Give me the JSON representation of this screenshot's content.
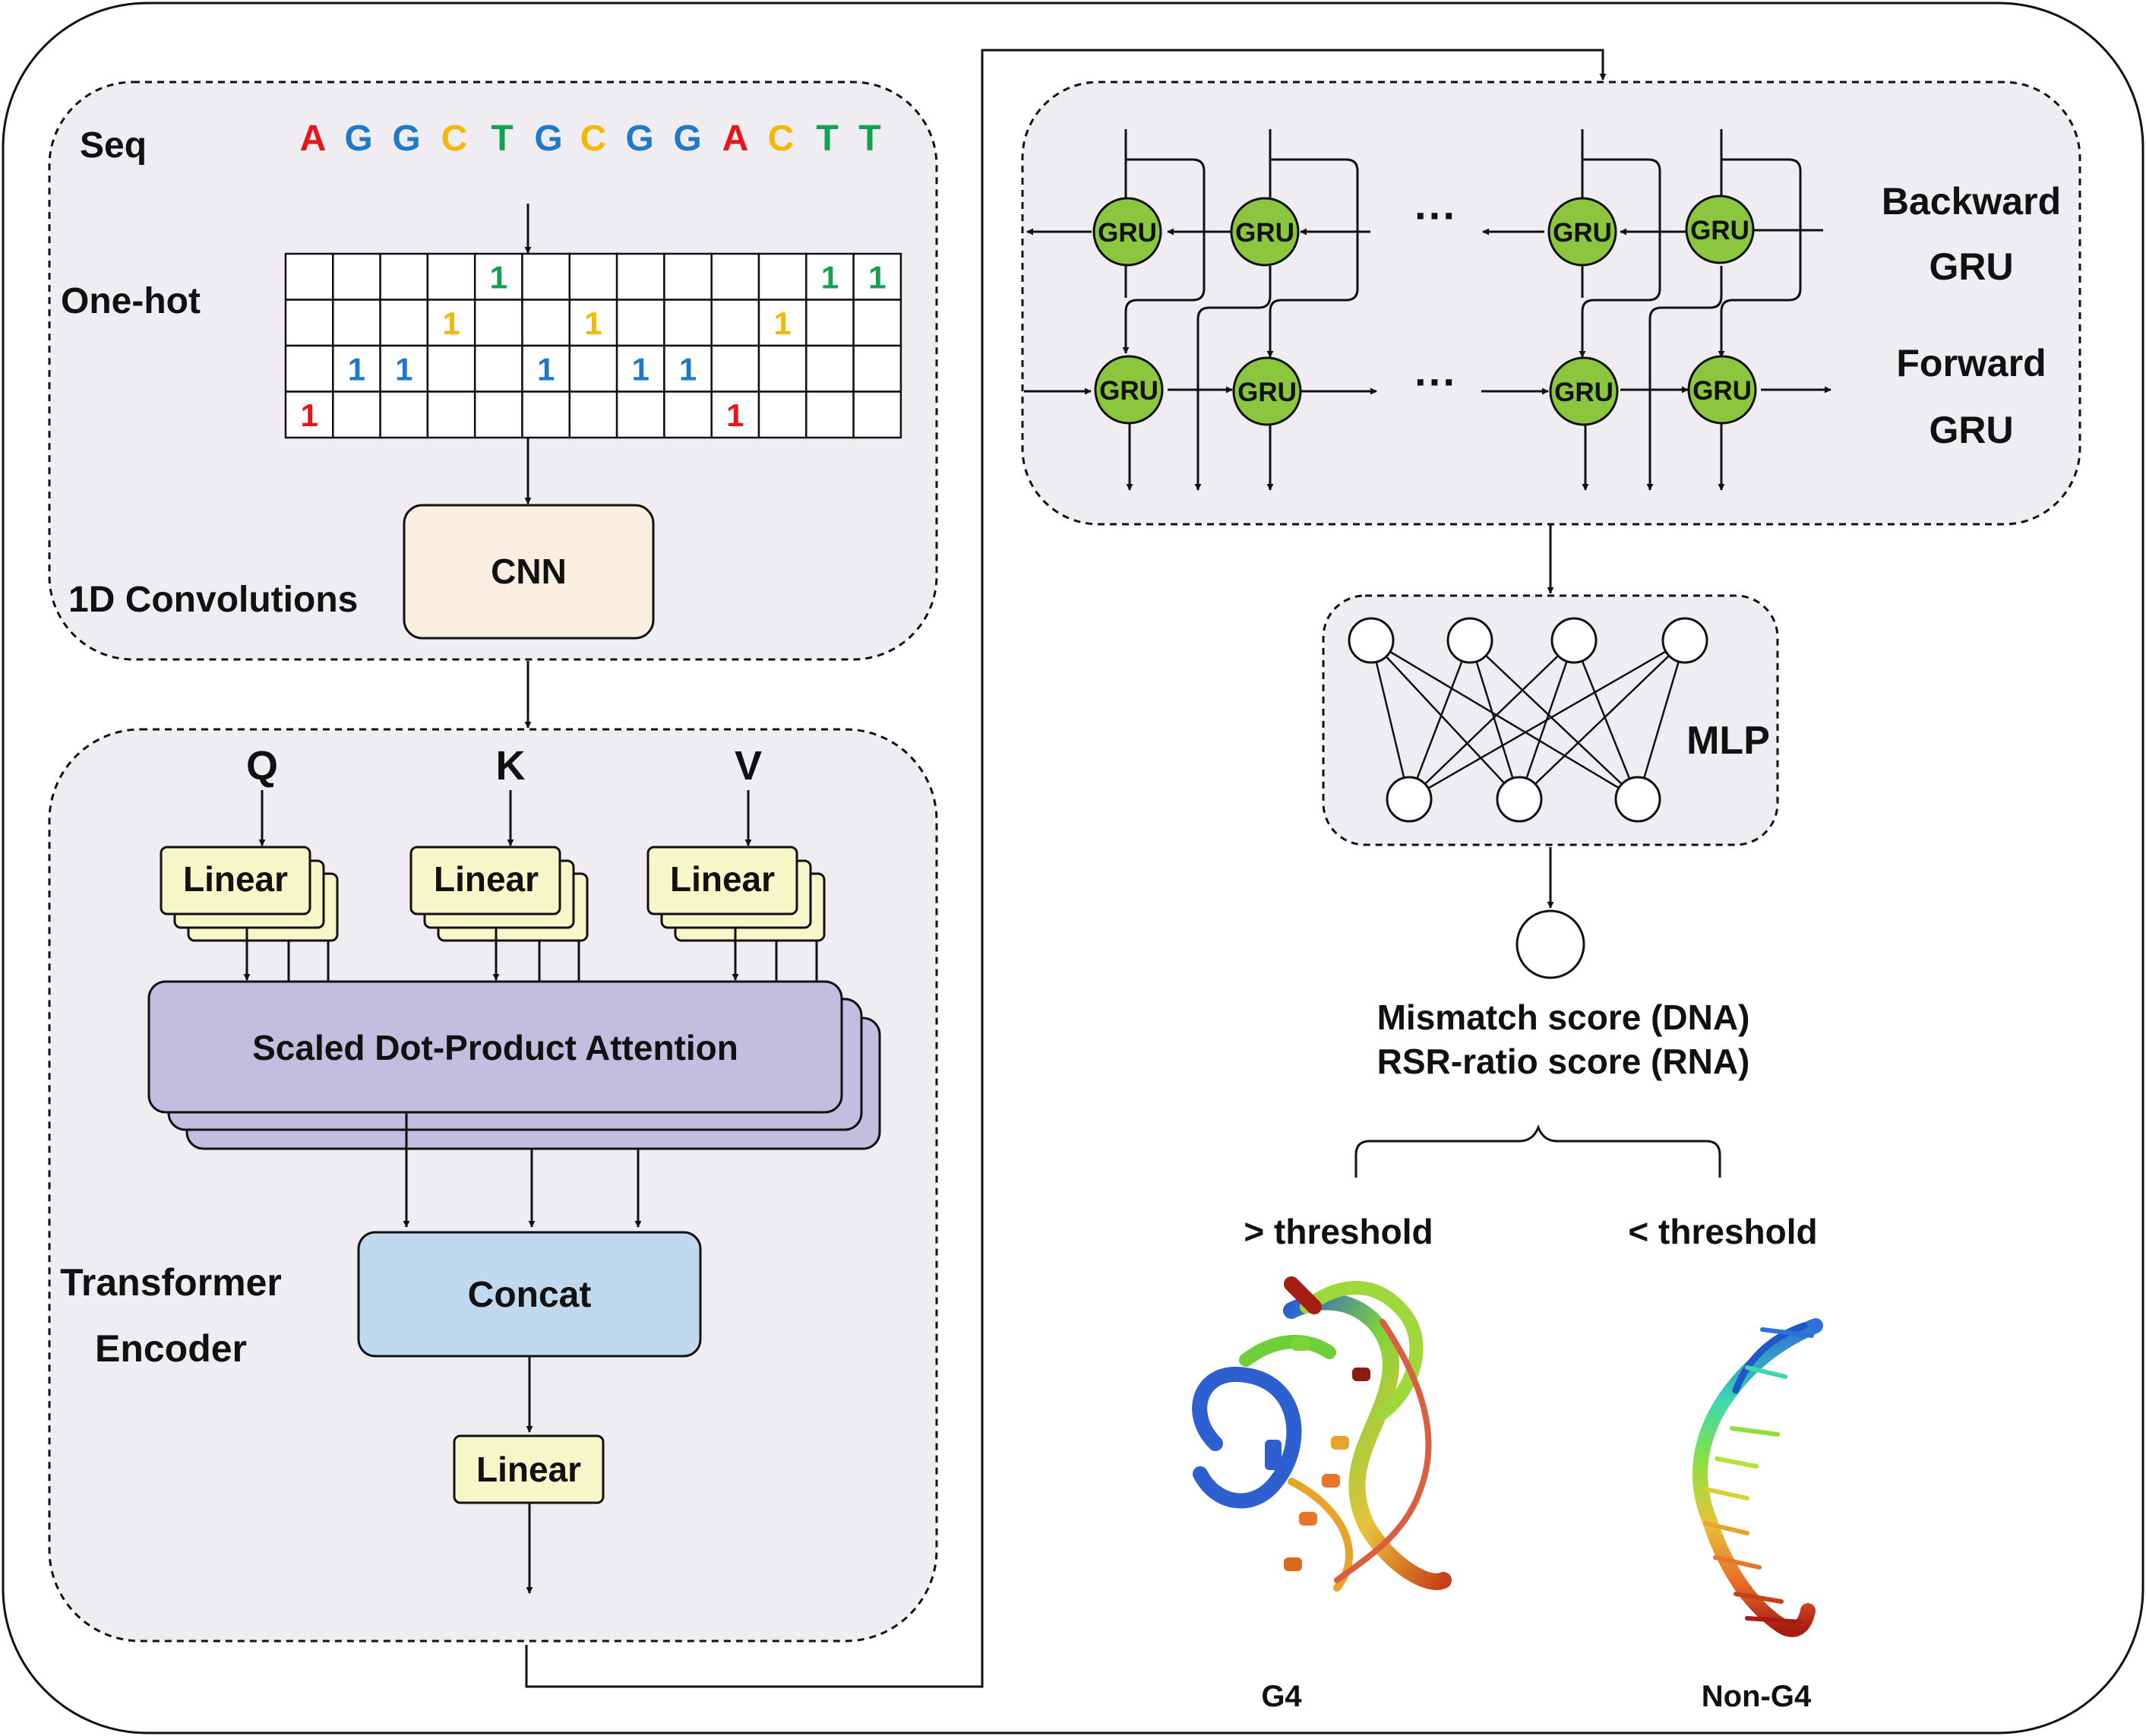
{
  "left": {
    "seq_label": "Seq",
    "sequence": [
      "A",
      "G",
      "G",
      "C",
      "T",
      "G",
      "C",
      "G",
      "G",
      "A",
      "C",
      "T",
      "T"
    ],
    "onehot_label": "One-hot",
    "onehot_value": "1",
    "conv_label": "1D Convolutions",
    "cnn_label": "CNN"
  },
  "transformer": {
    "q": "Q",
    "k": "K",
    "v": "V",
    "linear": "Linear",
    "attention": "Scaled Dot-Product Attention",
    "concat": "Concat",
    "linear_out": "Linear",
    "label_line1": "Transformer",
    "label_line2": "Encoder"
  },
  "gru": {
    "cell": "GRU",
    "ellipsis": "···",
    "backward_line1": "Backward",
    "backward_line2": "GRU",
    "forward_line1": "Forward",
    "forward_line2": "GRU"
  },
  "mlp": {
    "label": "MLP"
  },
  "output": {
    "line1": "Mismatch score (DNA)",
    "line2": "RSR-ratio score (RNA)",
    "above": "> threshold",
    "below": "< threshold",
    "g4": "G4",
    "non_g4": "Non-G4"
  },
  "colors": {
    "A": "#e8141c",
    "G": "#1f78c8",
    "C": "#f5b800",
    "T": "#12a150",
    "panel_fill": "#efedf2",
    "cnn_fill": "#faeee0",
    "linear_fill": "#f6f7c9",
    "attention_fill": "#c5bde0",
    "concat_fill": "#c1d9ef",
    "gru_fill": "#8cc63f"
  }
}
